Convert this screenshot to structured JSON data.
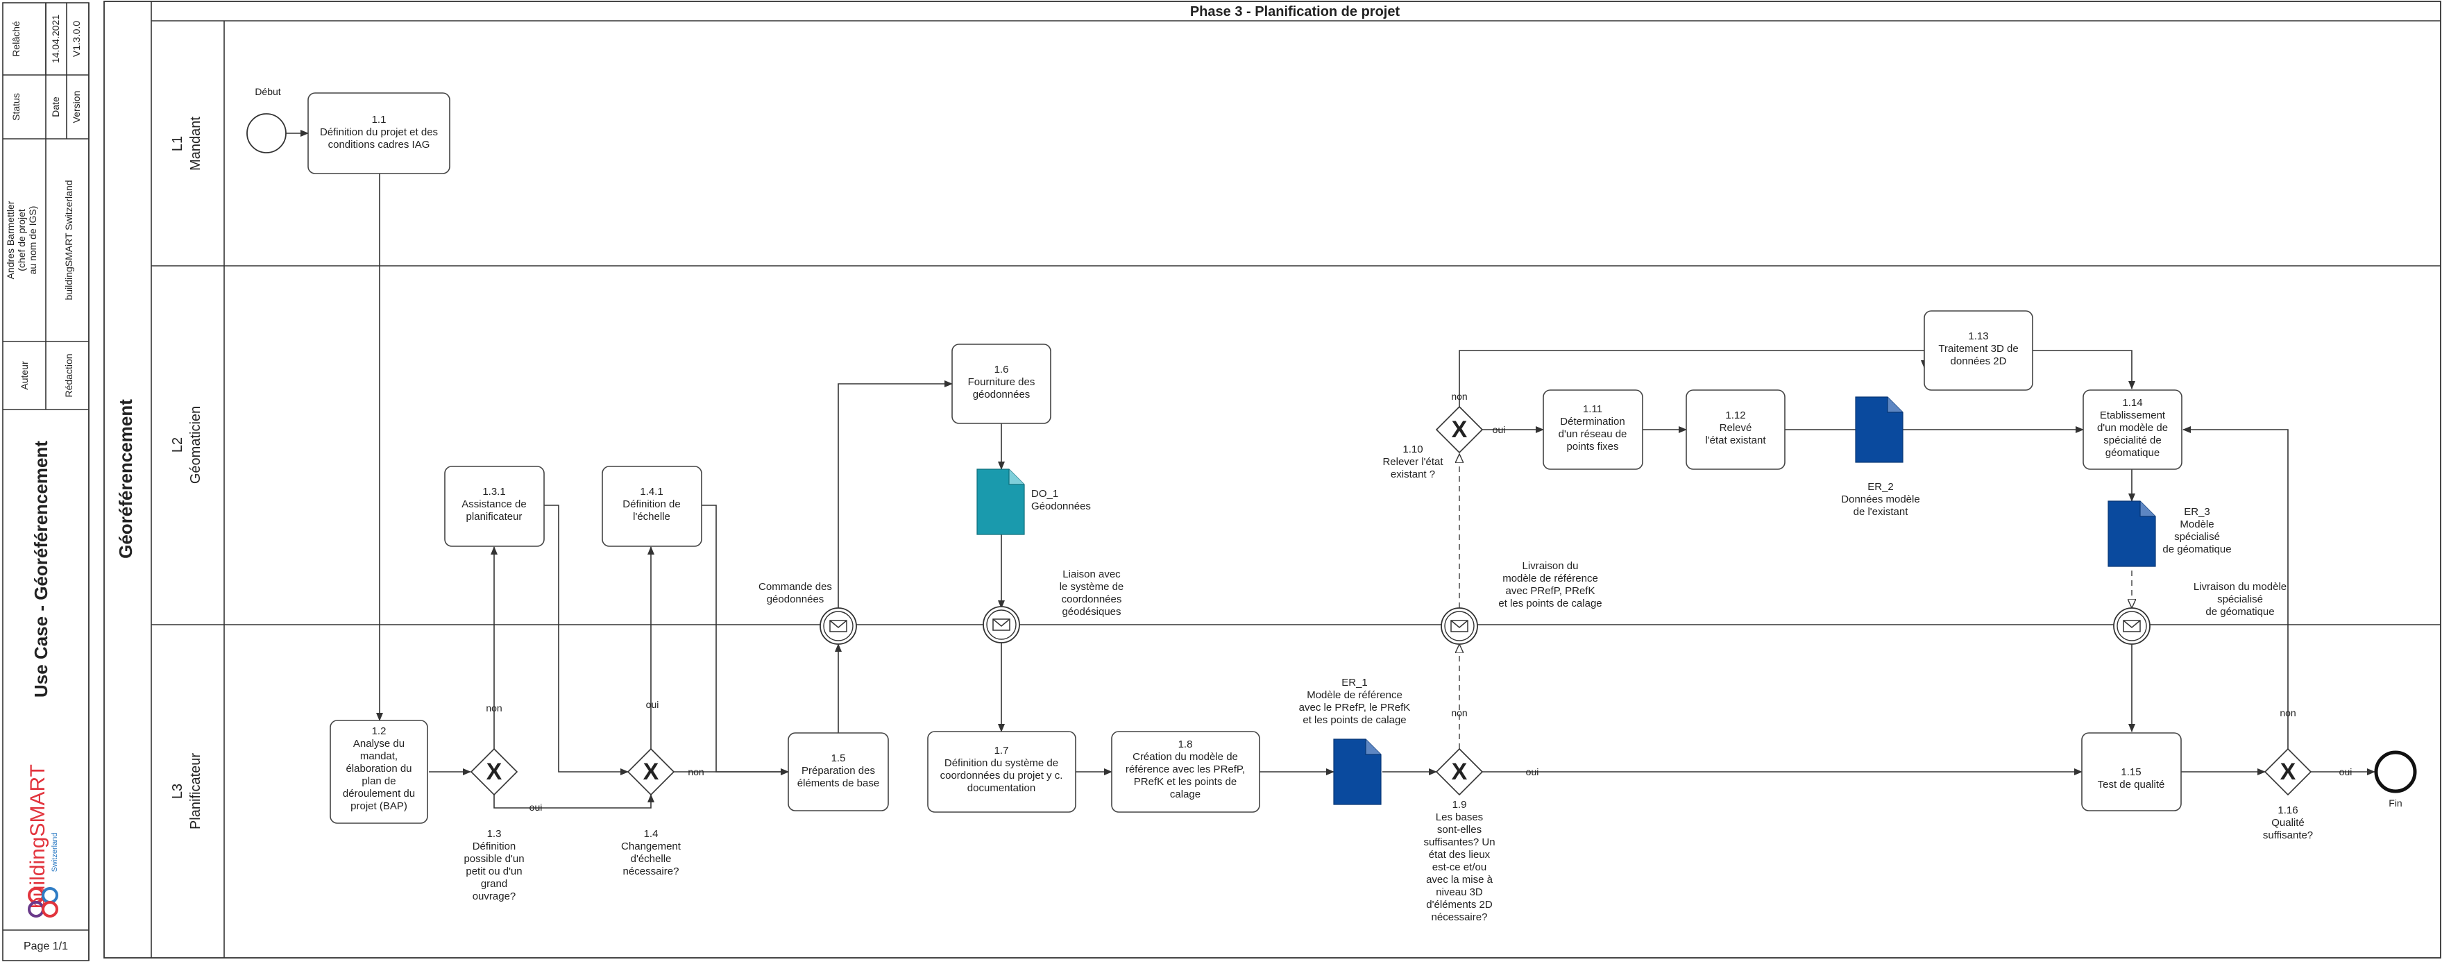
{
  "sidebar": {
    "labels": {
      "released": "Relâché",
      "status": "Status",
      "date": "Date",
      "version": "Version",
      "author": "Auteur",
      "redaction": "Rédaction"
    },
    "date_value": "14.04.2021",
    "version_value": "V1.3.0.0",
    "author_line1": "Andres Barmettler",
    "author_line2": "(chef de projet",
    "author_line3": "au nom de IGS)",
    "redaction_value": "buildingSMART Switzerland",
    "title": "Use Case - Géoréférencement",
    "logo_text": "buildingSMART",
    "logo_sub": "Switzerland",
    "page": "Page 1/1"
  },
  "pool": {
    "name": "Géoréférencement",
    "phase": "Phase 3 - Planification de projet"
  },
  "lanes": {
    "l1_a": "L1",
    "l1_b": "Mandant",
    "l2_a": "L2",
    "l2_b": "Géomaticien",
    "l3_a": "L3",
    "l3_b": "Planificateur"
  },
  "events": {
    "start": "Début",
    "end": "Fin"
  },
  "tasks": {
    "t11": [
      "1.1",
      "Définition du projet et des",
      "conditions cadres IAG"
    ],
    "t12": [
      "1.2",
      "Analyse du",
      "mandat,",
      "élaboration du",
      "plan de",
      "déroulement du",
      "projet (BAP)"
    ],
    "t131": [
      "1.3.1",
      "Assistance de",
      "planificateur"
    ],
    "t141": [
      "1.4.1",
      "Définition de",
      "l'échelle"
    ],
    "t15": [
      "1.5",
      "Préparation des",
      "éléments de base"
    ],
    "t16": [
      "1.6",
      "Fourniture des",
      "géodonnées"
    ],
    "t17": [
      "1.7",
      "Définition du système de",
      "coordonnées du projet y c.",
      "documentation"
    ],
    "t18": [
      "1.8",
      "Création du modèle de",
      "référence avec les PRefP,",
      "PRefK et les points de",
      "calage"
    ],
    "t111": [
      "1.11",
      "Détermination",
      "d'un réseau de",
      "points fixes"
    ],
    "t112": [
      "1.12",
      "Relevé",
      "l'état existant"
    ],
    "t113": [
      "1.13",
      "Traitement 3D de",
      "données 2D"
    ],
    "t114": [
      "1.14",
      "Etablissement",
      "d'un modèle de",
      "spécialité de",
      "géomatique"
    ],
    "t115": [
      "1.15",
      "Test de qualité"
    ]
  },
  "gateways": {
    "g13": [
      "1.3",
      "Définition",
      "possible d'un",
      "petit ou d'un",
      "grand",
      "ouvrage?"
    ],
    "g14": [
      "1.4",
      "Changement",
      "d'échelle",
      "nécessaire?"
    ],
    "g19": [
      "1.9",
      "Les bases",
      "sont-elles",
      "suffisantes? Un",
      "état des lieux",
      "est-ce et/ou",
      "avec la mise à",
      "niveau 3D",
      "d'éléments 2D",
      "nécessaire?"
    ],
    "g110": [
      "1.10",
      "Relever l'état",
      "existant ?"
    ],
    "g116": [
      "1.16",
      "Qualité",
      "suffisante?"
    ]
  },
  "messages": {
    "m1": [
      "Commande des",
      "géodonnées"
    ],
    "m2": [
      "Liaison avec",
      "le système de",
      "coordonnées",
      "géodésiques"
    ],
    "m3": [
      "Livraison du",
      "modèle de référence",
      "avec PRefP, PRefK",
      "et les points de calage"
    ],
    "m4": [
      "Livraison du modèle",
      "spécialisé",
      "de géomatique"
    ]
  },
  "documents": {
    "do1": [
      "DO_1",
      "Géodonnées"
    ],
    "er1": [
      "ER_1",
      "Modèle de référence",
      "avec le PRefP, le PRefK",
      "et les points de calage"
    ],
    "er2": [
      "ER_2",
      "Données modèle",
      "de l'existant"
    ],
    "er3": [
      "ER_3",
      "Modèle",
      "spécialisé",
      "de géomatique"
    ]
  },
  "flow_labels": {
    "oui": "oui",
    "non": "non"
  },
  "colors": {
    "doc_blue": "#0a4a9e",
    "doc_teal": "#1a9aad",
    "logo_red": "#e2343d",
    "logo_blue": "#2e7cc4",
    "logo_purple": "#6a3a8a"
  }
}
